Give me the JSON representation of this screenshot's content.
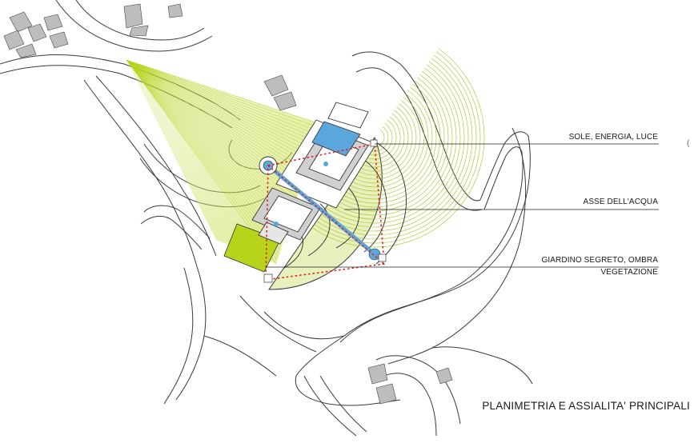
{
  "diagram": {
    "title": "PLANIMETRIA E ASSIALITA' PRINCIPALI",
    "labels": {
      "sun": "SOLE, ENERGIA, LUCE",
      "water": "ASSE DELL'ACQUA",
      "garden_line1": "GIARDINO SEGRETO, OMBRA",
      "garden_line2": "VEGETAZIONE"
    },
    "colors": {
      "vegetation": "#b7d31c",
      "vegetation_light": "#e3edb2",
      "water": "#5aa6dd",
      "axis_red": "#e0221b",
      "building_gray": "#b8b8b8",
      "linework": "#3a3a3a"
    },
    "margin_mark": "("
  }
}
